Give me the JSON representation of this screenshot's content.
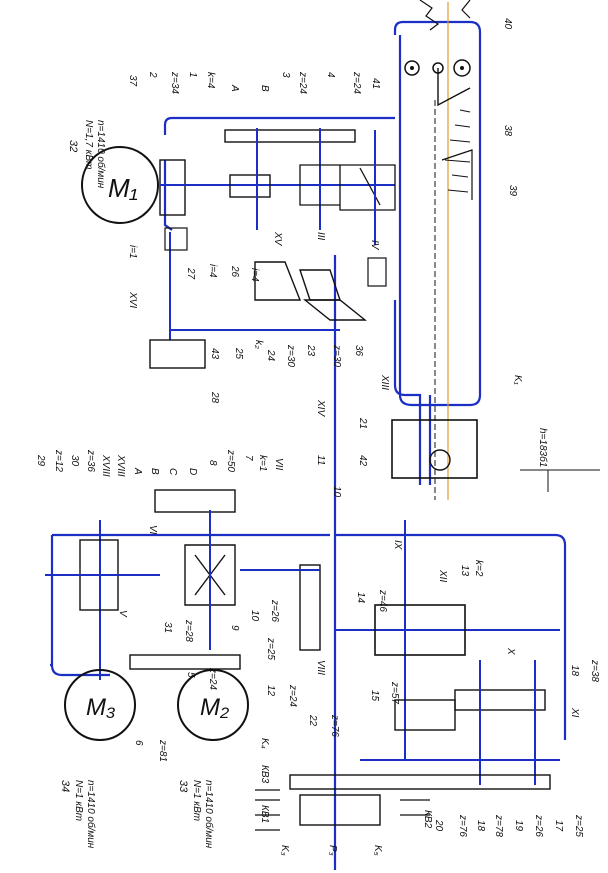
{
  "colors": {
    "kinematic_line": "#1c2fc4",
    "outline": "#111111",
    "axis_line": "#e39a2c",
    "background": "#ffffff"
  },
  "motor_m1": {
    "label": "M₁",
    "ref": "32",
    "power": "N=1,7 кВт",
    "speed": "n=1410 об/мин"
  },
  "motor_m2": {
    "label": "M₂",
    "ref": "33",
    "power": "N=1 кВт",
    "speed": "n=1410 об/мин"
  },
  "motor_m3": {
    "label": "M₃",
    "ref": "34",
    "power": "N=1 кВт",
    "speed": "n=1410 об/мин"
  },
  "labels": {
    "l32": "32",
    "l37": "37",
    "l2": "2",
    "z34": "z=34",
    "l1": "1",
    "k4": "k=4",
    "lA": "A",
    "lB": "B",
    "l3": "3",
    "z24a": "z=24",
    "l4": "4",
    "z24b": "z=24",
    "l41": "41",
    "l40": "40",
    "l38": "38",
    "l39": "39",
    "r16a": "i=1",
    "l27": "27",
    "i4": "i=4",
    "l26": "26",
    "rXV": "XV",
    "rIII": "III",
    "rIV": "IV",
    "rXVI": "XVI",
    "i4b": "i=4",
    "l43": "43",
    "l25": "25",
    "k2": "k₂",
    "l24": "24",
    "z30a": "z=30",
    "l23": "23",
    "z30b": "z=30",
    "l36": "36",
    "l28": "28",
    "rXIII": "XIII",
    "l21": "21",
    "l42": "42",
    "K1": "K₁",
    "h": "h=183б1",
    "rXIV": "XIV",
    "l29": "29",
    "z12": "z=12",
    "l30": "30",
    "z36": "z=36",
    "rXVIII": "XVIII",
    "rXVIIIb": "XVIII",
    "lA2": "A",
    "lB2": "B",
    "lC": "C",
    "lD": "D",
    "l8": "8",
    "z50": "z=50",
    "l7": "7",
    "k1": "k=1",
    "rVII": "VII",
    "l11": "11",
    "l10b": "10",
    "rVI": "VI",
    "rIX": "IX",
    "rXII": "XII",
    "l13": "13",
    "l14": "14",
    "z46": "z=46",
    "k2b": "k=2",
    "rV": "V",
    "l31": "31",
    "z28": "z=28",
    "l9": "9",
    "z26": "z=26",
    "z25a": "z=25",
    "l5": "5",
    "z24c": "z=24",
    "l6": "6",
    "z81": "z=81",
    "l12": "12",
    "z24d": "z=24",
    "rVIII": "VIII",
    "l22": "22",
    "z76a": "z=76",
    "l15": "15",
    "z57": "z=57",
    "rX": "X",
    "l18a": "18",
    "z38": "z=38",
    "rXI": "XI",
    "k4b": "K₄",
    "kb3": "КВ3",
    "kb1": "КВ1",
    "kb2": "КВ2",
    "k3": "K₃",
    "p3": "P₃",
    "k5": "K₅",
    "l20": "20",
    "z76b": "z=76",
    "l18b": "18",
    "z78": "z=78",
    "l19": "19",
    "z26b": "z=26",
    "l17": "17",
    "z25b": "z=25",
    "l10": "10"
  }
}
